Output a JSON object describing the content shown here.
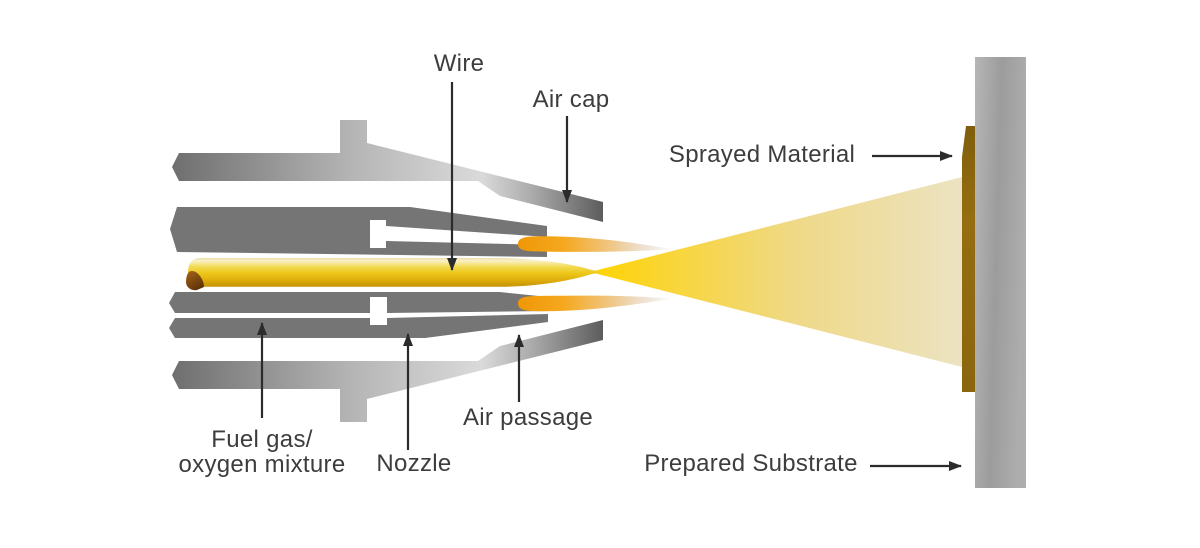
{
  "diagram": {
    "subject": "wire-flame-spray-process",
    "labels": {
      "wire": "Wire",
      "air_cap": "Air cap",
      "sprayed_material": "Sprayed Material",
      "fuel_gas_line1": "Fuel gas/",
      "fuel_gas_line2": "oxygen mixture",
      "nozzle": "Nozzle",
      "air_passage": "Air passage",
      "prepared_substrate": "Prepared Substrate"
    },
    "colors": {
      "bg-color": "#ffffff",
      "label-color": "#3d3d3d",
      "arrow-color": "#2b2b2b",
      "nozzle-dark-gray": "#757575",
      "air-cap-light": "#d9d9d9",
      "air-cap-dark-tip": "#5e5e5e",
      "wire-gold": "#edc71a",
      "flame-orange": "#f5a81f",
      "cone-yellow": "#ffd400",
      "cone-pale": "#ebe3c3",
      "coating-brown": "#8a660f",
      "substrate-gray": "#a5a5a5",
      "molten-drop-brown": "#6a3c0c"
    }
  }
}
